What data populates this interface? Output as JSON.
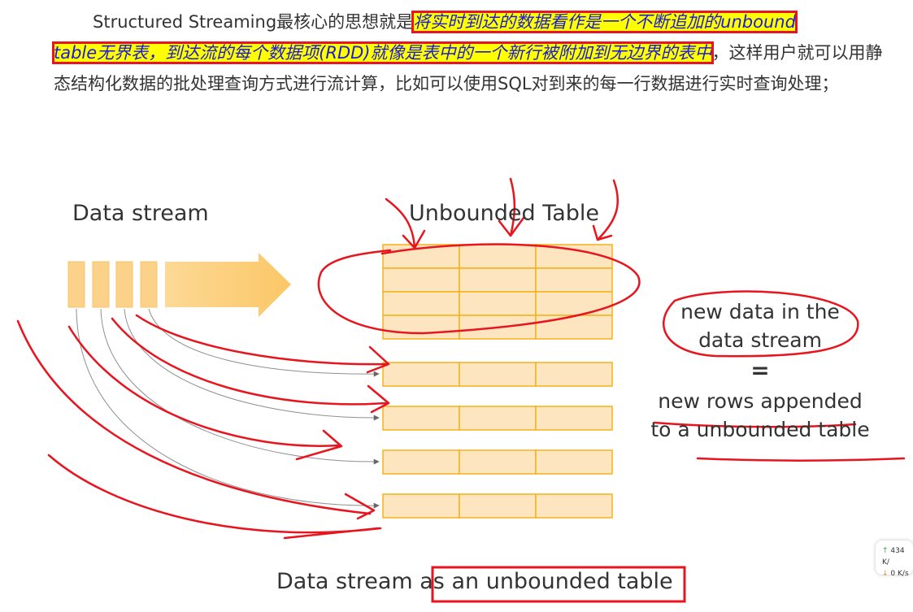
{
  "paragraph": {
    "intro": "Structured Streaming最核心的思想就是",
    "highlight_line1": "将实时到达的数据看作是一个不断追加的unbound",
    "highlight_line2": "table无界表，到达流的每个数据项(RDD)就像是表中的一个新行被附加到无边界的表中",
    "after_highlight": "，这样用户",
    "rest": "就可以用静态结构化数据的批处理查询方式进行流计算，比如可以使用SQL对到来的每一行数据进行实时查询处理；"
  },
  "diagram": {
    "data_stream_label": "Data stream",
    "unbounded_table_label": "Unbounded Table",
    "note_line1": "new data in the",
    "note_line2": "data stream",
    "equals": "=",
    "note_line3": "new rows appended",
    "note_line4": "to a unbounded table",
    "caption_prefix": "Data stream as",
    "caption_highlight": "an unbounded table"
  },
  "network_widget": {
    "upload": "434 K/",
    "download": "0   K/s"
  },
  "colors": {
    "cell_fill": "#fde5c0",
    "cell_border": "#f5b21a",
    "bar_fill": "#fcd28a",
    "annotation_red": "#e8141e",
    "highlight_yellow": "#ffff00",
    "highlight_text": "#1a1adb"
  }
}
